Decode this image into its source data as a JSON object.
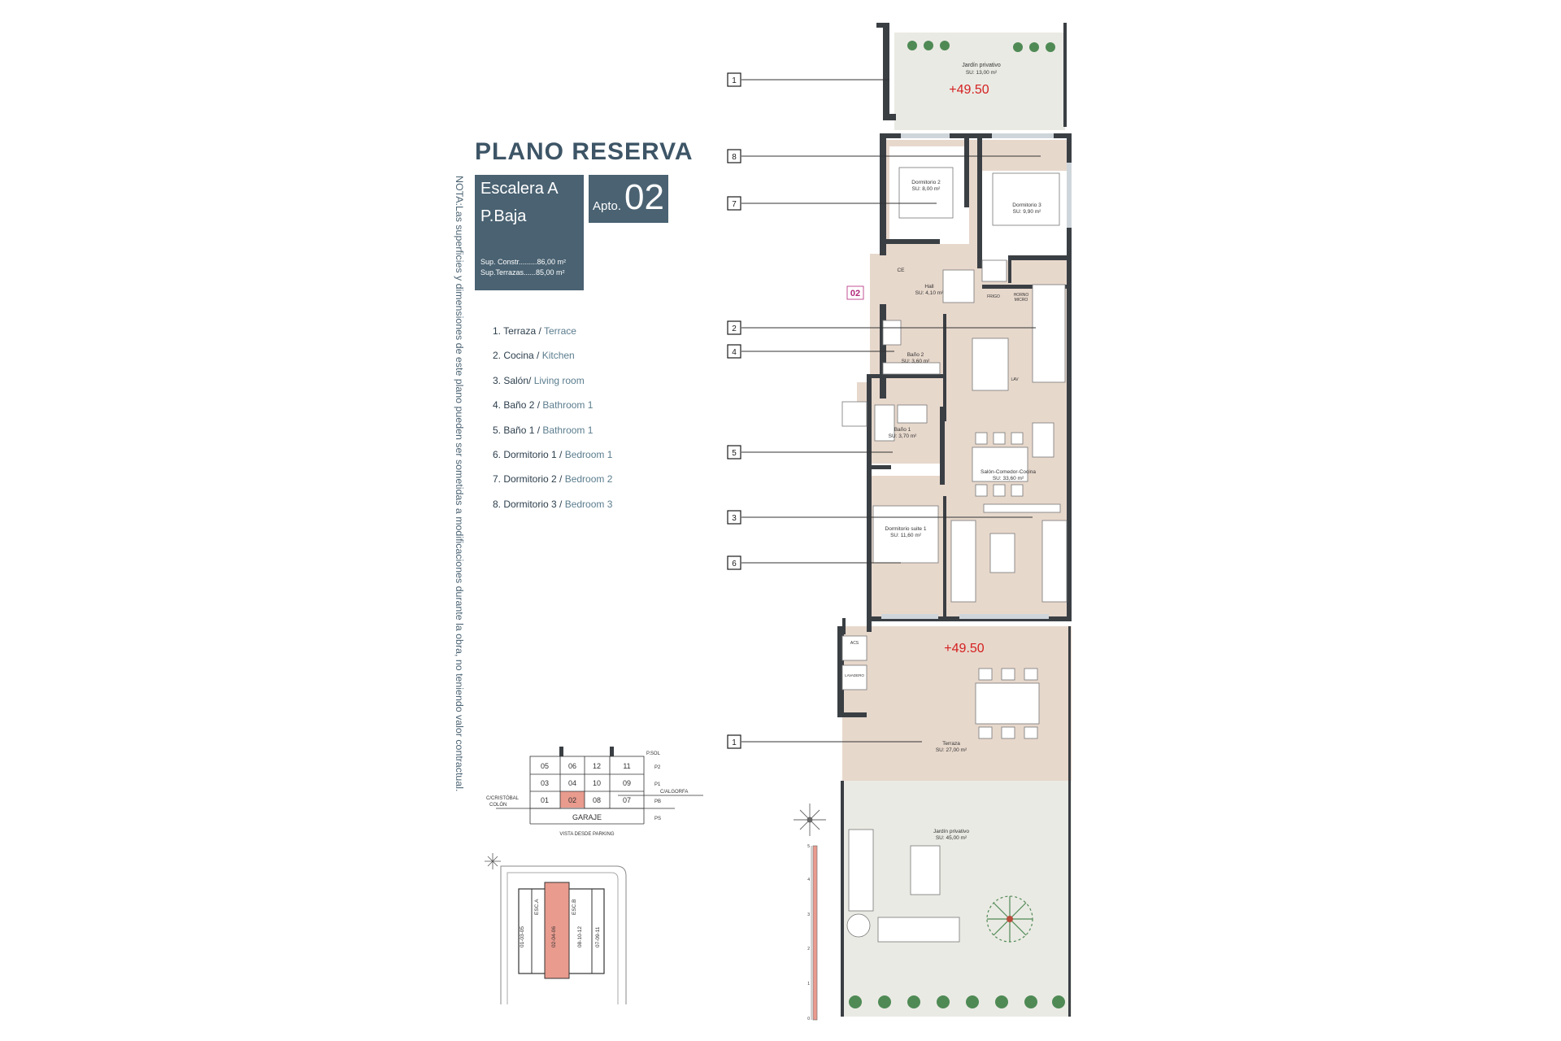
{
  "header": {
    "title": "PLANO RESERVA",
    "block": "Escalera A",
    "floor": "P.Baja",
    "apt_label": "Apto.",
    "apt_number": "02",
    "sup_constr": "Sup. Constr.........86,00 m²",
    "sup_terrazas": "Sup.Terrazas......85,00 m²"
  },
  "note": "NOTA:Las superficies y dimensiones de este plano pueden ser sometidas a modificaciones durante la obra, no teniendo valor contractual.",
  "legend": [
    {
      "es": "1.   Terraza / ",
      "en": "Terrace"
    },
    {
      "es": "2.   Cocina / ",
      "en": "Kitchen"
    },
    {
      "es": "3.   Salón/ ",
      "en": "Living room"
    },
    {
      "es": "4.   Baño 2 / ",
      "en": "Bathroom 1"
    },
    {
      "es": "5.   Baño 1 / ",
      "en": "Bathroom 1"
    },
    {
      "es": "6.   Dormitorio 1 / ",
      "en": "Bedroom 1"
    },
    {
      "es": "7.   Dormitorio 2 / ",
      "en": "Bedroom 2"
    },
    {
      "es": "8.   Dormitorio 3 / ",
      "en": "Bedroom 3"
    }
  ],
  "markers": [
    "1",
    "8",
    "7",
    "2",
    "4",
    "5",
    "3",
    "6",
    "1"
  ],
  "rooms": {
    "jardin_top": {
      "name": "Jardín privativo",
      "area": "SU: 13,00 m²"
    },
    "level_top": "+49.50",
    "dorm2": {
      "name": "Dormitorio 2",
      "area": "SU: 8,00 m²"
    },
    "dorm3": {
      "name": "Dormitorio 3",
      "area": "SU: 9,90 m²"
    },
    "hall": {
      "name": "Hall",
      "area": "SU: 4,10 m²"
    },
    "ce": "CE",
    "unit_tag": "02",
    "frigo": "FRIGO",
    "horno": "HORNO",
    "micro": "MICRO",
    "bano2": {
      "name": "Baño 2",
      "area": "SU: 3,60 m²"
    },
    "bano1": {
      "name": "Baño 1",
      "area": "SU: 3,70 m²"
    },
    "lav": "LAV",
    "salon": {
      "name": "Salón-Comedor-Cocina",
      "area": "SU: 33,60 m²"
    },
    "suite": {
      "name": "Dormitorio suite 1",
      "area": "SU: 11,60 m²"
    },
    "level_terrace": "+49.50",
    "acs": "ACS",
    "lavadero": "LAVADERO",
    "terraza": {
      "name": "Terraza",
      "area": "SU: 27,00 m²"
    },
    "jardin_bottom": {
      "name": "Jardín privativo",
      "area": "SU: 45,00 m²"
    }
  },
  "building_key": {
    "top_label": "P.SOL",
    "rows": [
      {
        "cells": [
          "05",
          "06",
          "12",
          "11"
        ],
        "floor": "P2"
      },
      {
        "cells": [
          "03",
          "04",
          "10",
          "09"
        ],
        "floor": "P1"
      },
      {
        "cells": [
          "01",
          "02",
          "08",
          "07"
        ],
        "floor": "PB"
      }
    ],
    "garage": "GARAJE",
    "garage_floor": "PS",
    "street_left_1": "C/CRISTÓBAL",
    "street_left_2": "COLÓN",
    "street_right": "C/ALGORFA",
    "caption": "VISTA DESDE PARKING"
  },
  "site_key": {
    "blocks": [
      "01-03-05",
      "ESC.A",
      "02-04-06",
      "08-10-12",
      "ESC.B",
      "07-09-11"
    ]
  },
  "scale_marks": [
    "0",
    "1",
    "2",
    "3",
    "4",
    "5"
  ],
  "colors": {
    "panel": "#4a6272",
    "title": "#3d5566",
    "floor_fill": "#e7d8cc",
    "garden_fill": "#eaeae4",
    "level_red": "#d42020",
    "highlight": "#e99b8e",
    "wall": "#3a3f44",
    "tag": "#b2287c"
  }
}
